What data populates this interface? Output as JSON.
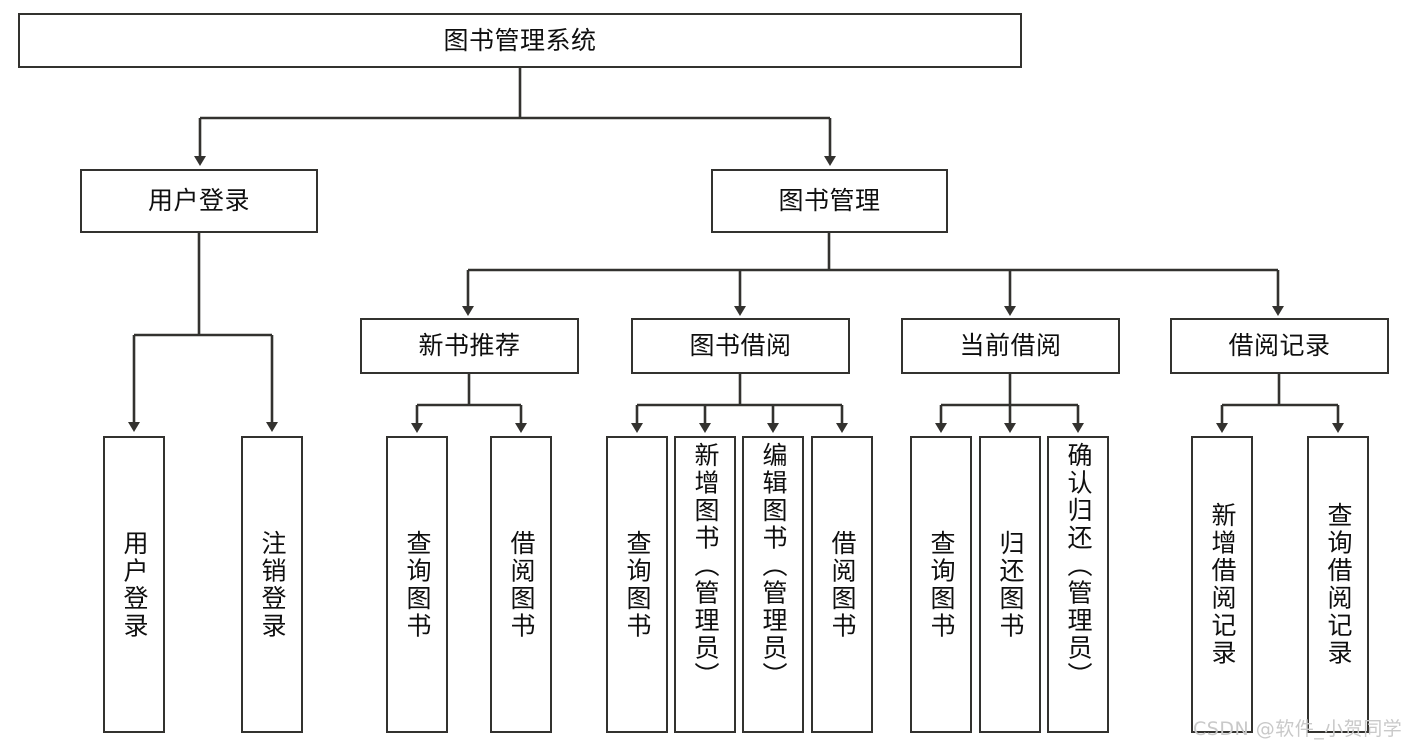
{
  "diagram": {
    "title": "图书管理系统",
    "type": "tree-hierarchy-chart",
    "root": {
      "id": "root",
      "label": "图书管理系统"
    },
    "level2": [
      {
        "id": "user-login",
        "label": "用户登录"
      },
      {
        "id": "book-manage",
        "label": "图书管理"
      }
    ],
    "level3": [
      {
        "id": "new-book-rec",
        "label": "新书推荐"
      },
      {
        "id": "book-borrow",
        "label": "图书借阅"
      },
      {
        "id": "current-borrow",
        "label": "当前借阅"
      },
      {
        "id": "borrow-record",
        "label": "借阅记录"
      }
    ],
    "leaves": [
      {
        "id": "leaf-user-login",
        "label": "用户登录"
      },
      {
        "id": "leaf-logout",
        "label": "注销登录"
      },
      {
        "id": "leaf-query-book-1",
        "label": "查询图书"
      },
      {
        "id": "leaf-borrow-book-1",
        "label": "借阅图书"
      },
      {
        "id": "leaf-query-book-2",
        "label": "查询图书"
      },
      {
        "id": "leaf-add-book-admin",
        "label": "新增图书（管理员）"
      },
      {
        "id": "leaf-edit-book-admin",
        "label": "编辑图书（管理员）"
      },
      {
        "id": "leaf-borrow-book-2",
        "label": "借阅图书"
      },
      {
        "id": "leaf-query-book-3",
        "label": "查询图书"
      },
      {
        "id": "leaf-return-book",
        "label": "归还图书"
      },
      {
        "id": "leaf-confirm-return-admin",
        "label": "确认归还（管理员）"
      },
      {
        "id": "leaf-add-record",
        "label": "新增借阅记录"
      },
      {
        "id": "leaf-query-record",
        "label": "查询借阅记录"
      }
    ]
  },
  "watermark": {
    "text": "CSDN @软件_小贺同学"
  },
  "colors": {
    "border": "#33322f",
    "background": "#ffffff",
    "text": "#0f0f0f",
    "watermark": "#c9c9c9"
  }
}
